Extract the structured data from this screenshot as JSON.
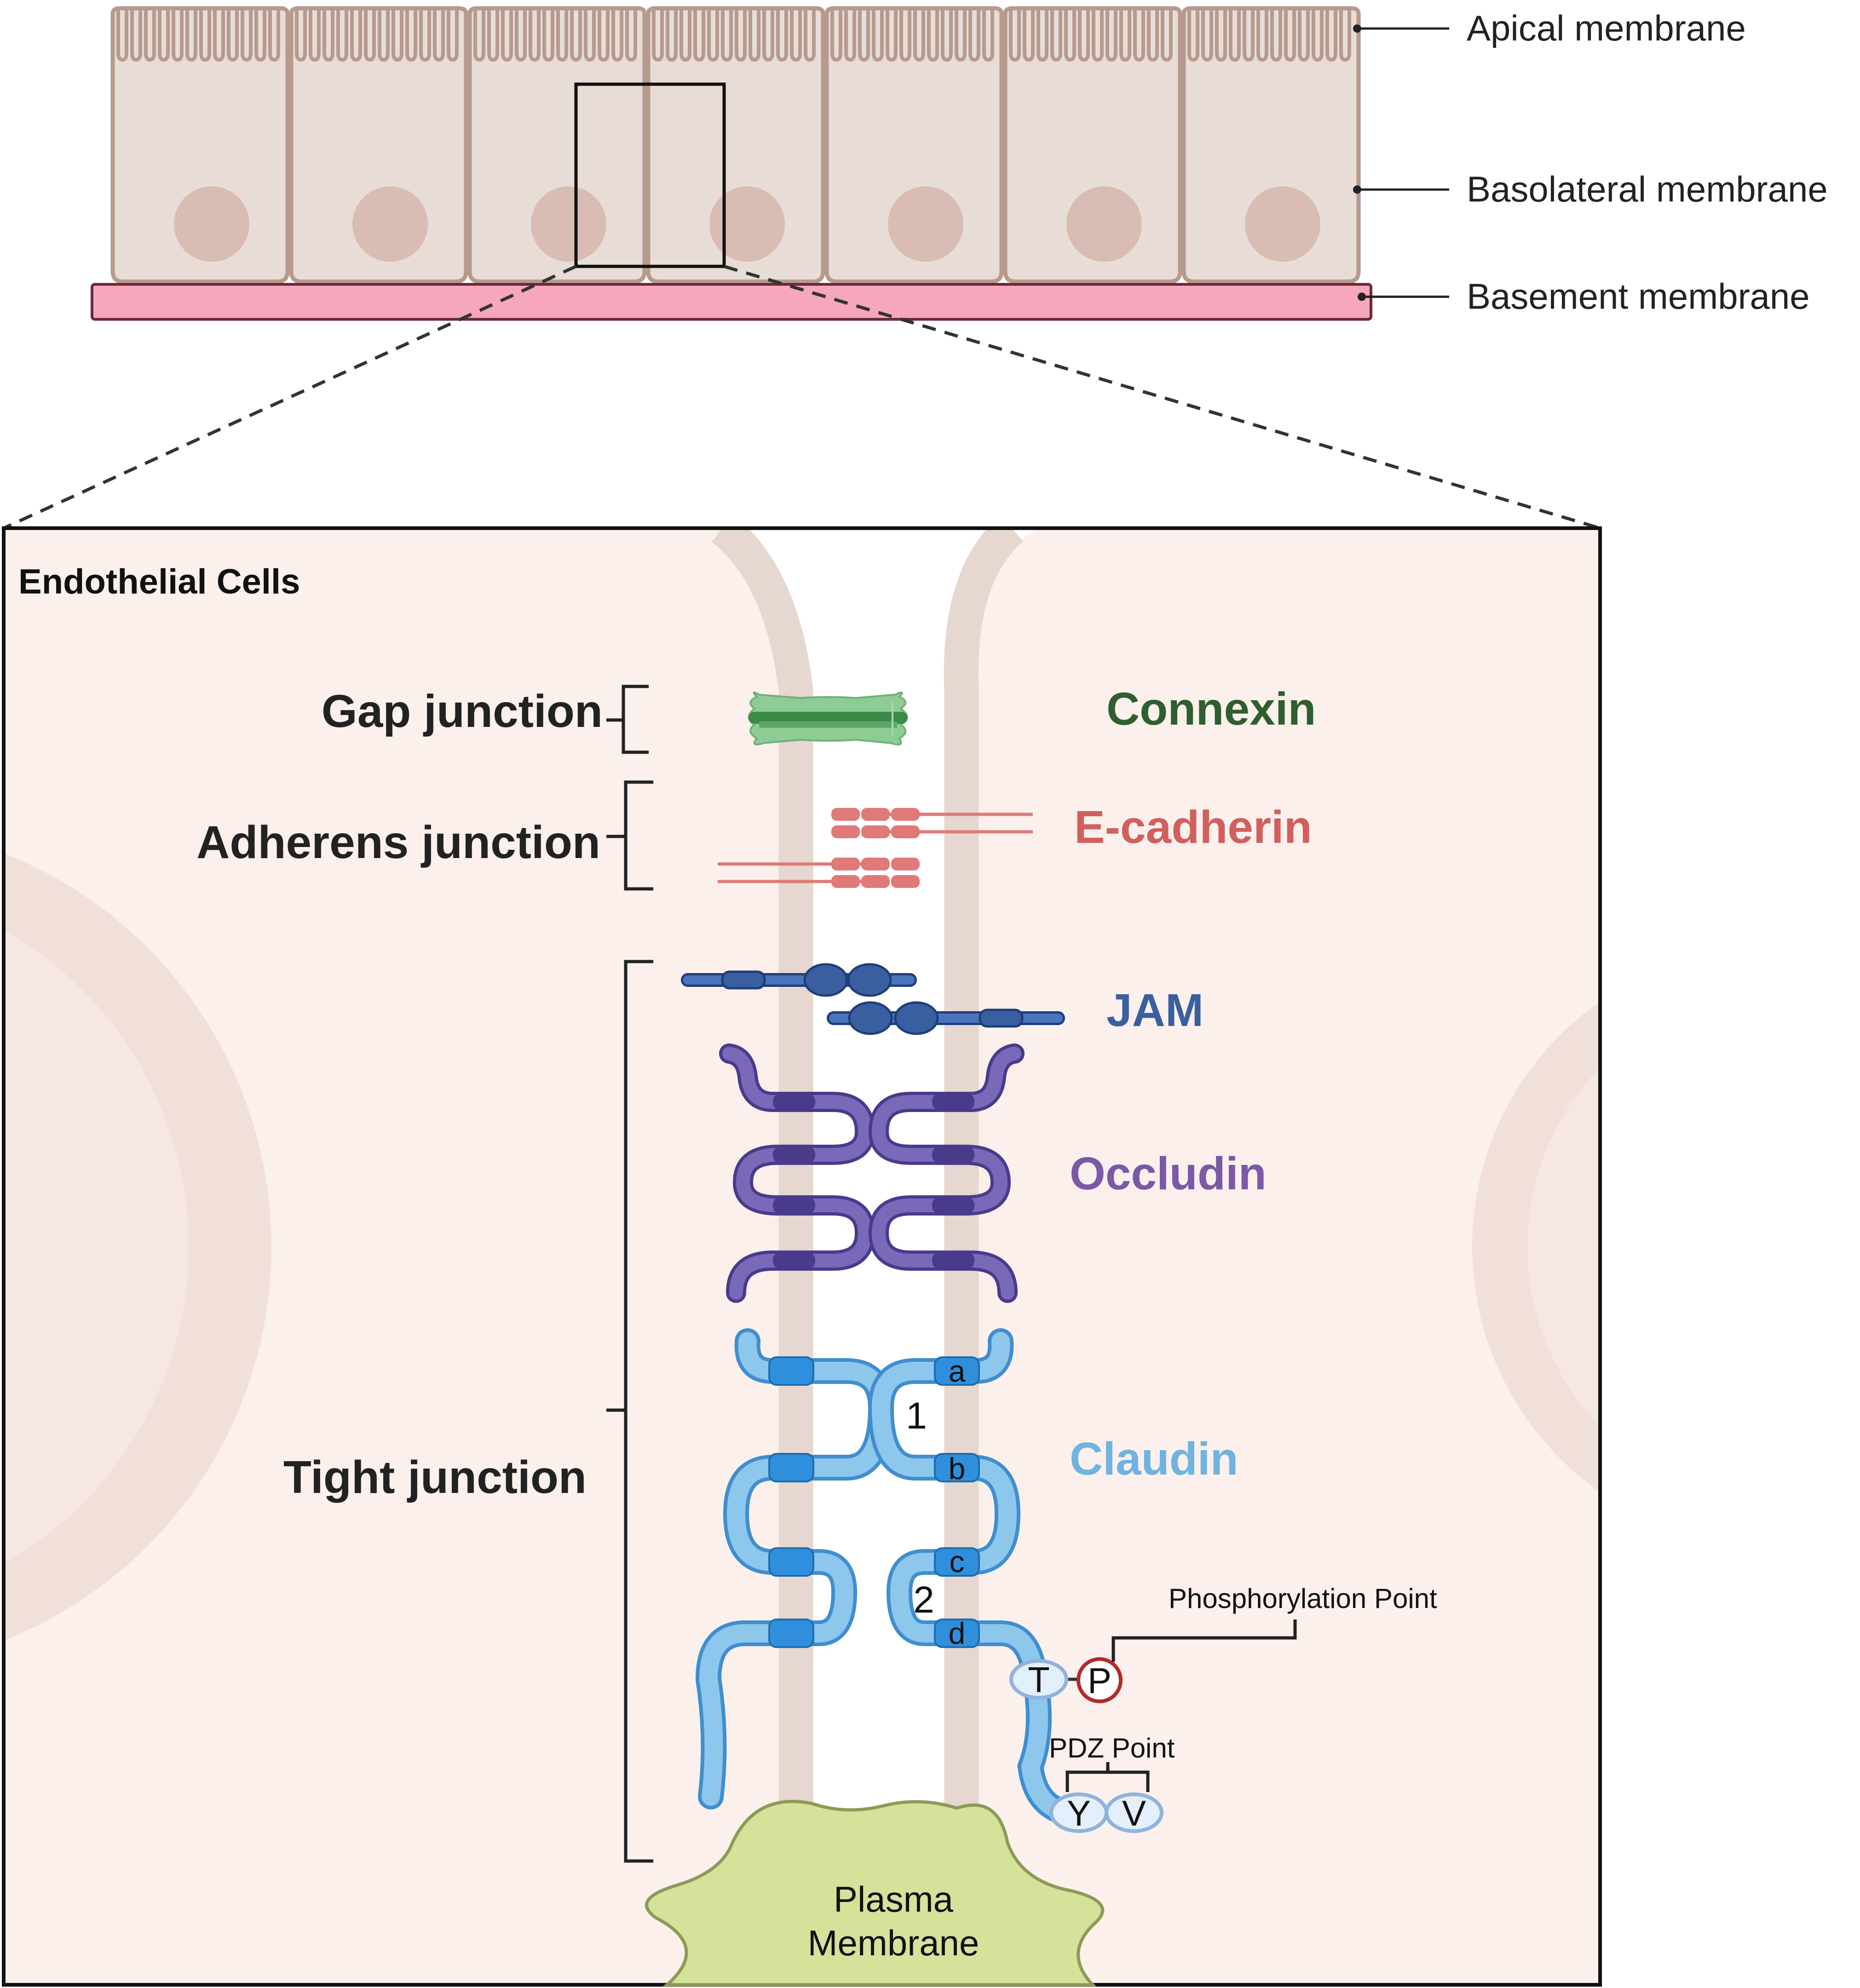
{
  "top_labels": {
    "apical": "Apical membrane",
    "basolateral": "Basolateral membrane",
    "basement": "Basement membrane"
  },
  "panel_title": "Endothelial Cells",
  "junctions": {
    "gap": "Gap junction",
    "adherens": "Adherens junction",
    "tight": "Tight junction"
  },
  "proteins": {
    "connexin": "Connexin",
    "ecadherin": "E-cadherin",
    "jam": "JAM",
    "occludin": "Occludin",
    "claudin": "Claudin"
  },
  "claudin_marks": {
    "a": "a",
    "b": "b",
    "c": "c",
    "d": "d",
    "loop1": "1",
    "loop2": "2",
    "T": "T",
    "P": "P",
    "Y": "Y",
    "V": "V"
  },
  "annotations": {
    "phosphorylation": "Phosphorylation Point",
    "pdz": "PDZ Point"
  },
  "plasma_membrane": {
    "line1": "Plasma",
    "line2": "Membrane"
  },
  "colors": {
    "connexin": "#2f5e2f",
    "ecadherin": "#d0605e",
    "jam": "#3a5fa0",
    "occludin": "#7b58a8",
    "claudin": "#6fb3e0",
    "cell_fill": "#e8dcd6",
    "cell_stroke": "#b69a8e",
    "nucleus": "#d9bcb3",
    "basement": "#f7a7bb",
    "panel_bg": "#fbf0ec",
    "plasma_membrane": "#d4e29a"
  }
}
